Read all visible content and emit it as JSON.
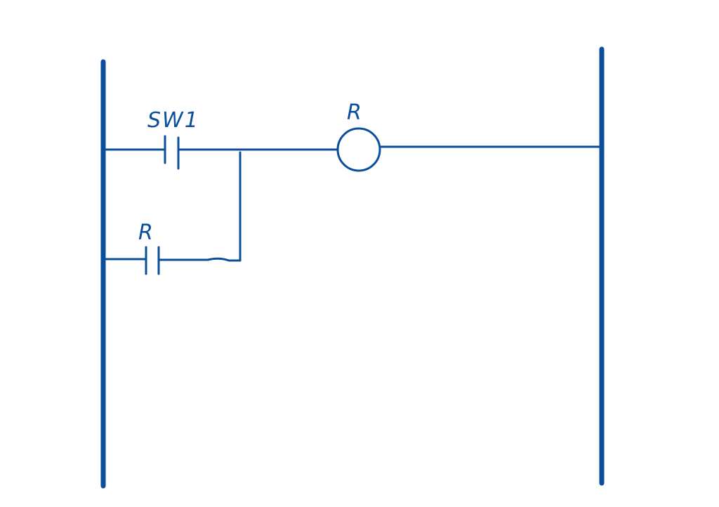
{
  "diagram": {
    "ink_color": "#0b4f9c",
    "background": "#ffffff",
    "labels": {
      "sw1_contact": "SW1",
      "r_contact": "R",
      "r_coil": "R"
    }
  }
}
